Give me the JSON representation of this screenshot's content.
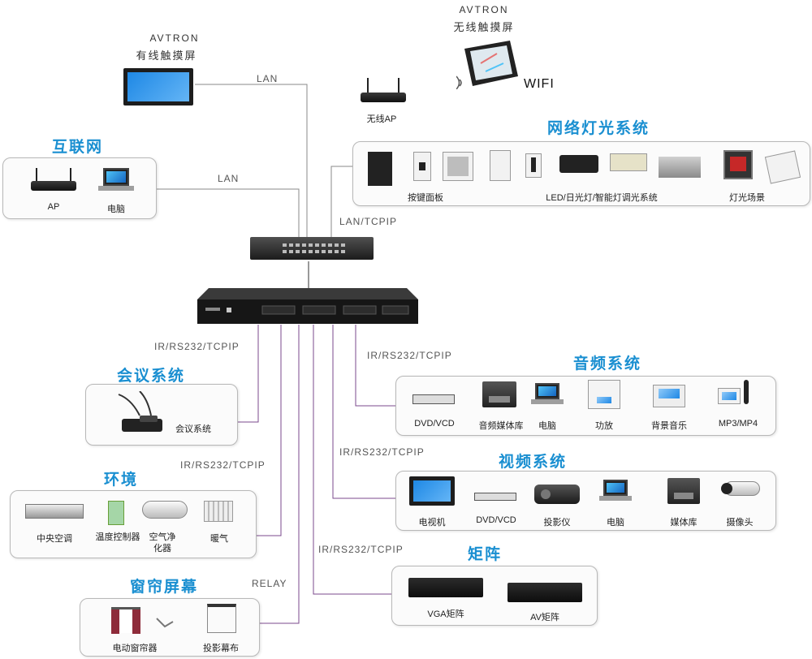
{
  "tablet": {
    "brand": "AVTRON",
    "name": "无线触摸屏",
    "wifi_label": "WIFI"
  },
  "touchpanel": {
    "brand": "AVTRON",
    "name": "有线触摸屏"
  },
  "wireless_ap": {
    "name": "无线AP"
  },
  "links": {
    "lan_top": "LAN",
    "lan_internet": "LAN",
    "lan_tcpip": "LAN/TCPIP",
    "ir_meeting": "IR/RS232/TCPIP",
    "ir_audio": "IR/RS232/TCPIP",
    "ir_env": "IR/RS232/TCPIP",
    "ir_video": "IR/RS232/TCPIP",
    "ir_matrix": "IR/RS232/TCPIP",
    "relay": "RELAY"
  },
  "internet": {
    "title": "互联网",
    "items": [
      "AP",
      "电脑"
    ]
  },
  "lighting": {
    "title": "网络灯光系统",
    "items": [
      "按键面板",
      "LED/日光灯/智能灯调光系统",
      "灯光场景"
    ]
  },
  "meeting": {
    "title": "会议系统",
    "items": [
      "会议系统"
    ]
  },
  "audio": {
    "title": "音频系统",
    "items": [
      "DVD/VCD",
      "音频媒体库",
      "电脑",
      "功放",
      "背景音乐",
      "MP3/MP4"
    ]
  },
  "environment": {
    "title": "环境",
    "items": [
      "中央空调",
      "温度控制器",
      "空气净化器",
      "暖气"
    ]
  },
  "video": {
    "title": "视频系统",
    "items": [
      "电视机",
      "DVD/VCD",
      "投影仪",
      "电脑",
      "媒体库",
      "摄像头"
    ]
  },
  "matrix": {
    "title": "矩阵",
    "items": [
      "VGA矩阵",
      "AV矩阵"
    ]
  },
  "curtain": {
    "title": "窗帘屏幕",
    "items": [
      "电动窗帘器",
      "投影幕布"
    ]
  },
  "colors": {
    "title": "#1a8fd1",
    "wire_grey": "#888888",
    "wire_purple": "#7b4a8c"
  }
}
